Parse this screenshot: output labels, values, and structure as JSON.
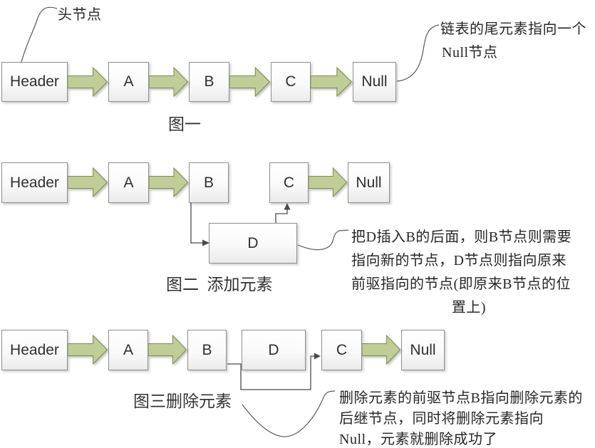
{
  "figure1": {
    "caption": "图一",
    "head_label": "头节点",
    "tail_note_line1": "链表的尾元素指向一个",
    "tail_note_line2": "Null节点",
    "nodes": [
      "Header",
      "A",
      "B",
      "C",
      "Null"
    ]
  },
  "figure2": {
    "caption": "图二  添加元素",
    "inserted_node": "D",
    "nodes": [
      "Header",
      "A",
      "B",
      "C",
      "Null"
    ],
    "note_line1": "把D插入B的后面，则B节点则需要",
    "note_line2": "指向新的节点，D节点则指向原来",
    "note_line3": "前驱指向的节点(即原来B节点的位",
    "note_line4": "置上)"
  },
  "figure3": {
    "caption": "图三删除元素",
    "nodes": [
      "Header",
      "A",
      "B",
      "D",
      "C",
      "Null"
    ],
    "note_line1": "删除元素的前驱节点B指向删除元素的",
    "note_line2": "后继节点，同时将删除元素指向",
    "note_line3": "Null，元素就删除成功了"
  },
  "colors": {
    "arrow_fill": "#c0cd97",
    "arrow_stroke": "#7d8d4c",
    "box_border": "#8f8f8f",
    "box_fill_bottom": "#eaeaea",
    "connector": "#4a4a4a",
    "text": "#2f2f2f"
  }
}
